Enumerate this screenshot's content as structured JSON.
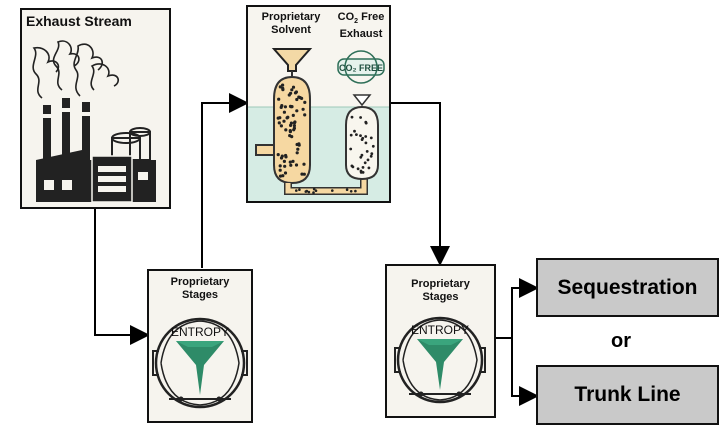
{
  "exhaust": {
    "title": "Exhaust Stream"
  },
  "absorber": {
    "solvent_label_1": "Proprietary",
    "solvent_label_2": "Solvent",
    "co2_label_main": "CO",
    "co2_label_sub": "2",
    "co2_label_rest": " Free",
    "co2_label_line2": "Exhaust",
    "badge": "CO₂ FREE"
  },
  "stage1": {
    "line1": "Proprietary",
    "line2": "Stages",
    "logo": "ENTROPY"
  },
  "stage2": {
    "line1": "Proprietary",
    "line2": "Stages",
    "logo": "ENTROPY"
  },
  "outputs": {
    "sequestration": "Sequestration",
    "or": "or",
    "trunk_line": "Trunk Line"
  },
  "colors": {
    "solvent": "#f6d8a2",
    "green": "#2e8b68",
    "output_fill": "#c9c9c9",
    "liquid": "#d6ece4"
  }
}
